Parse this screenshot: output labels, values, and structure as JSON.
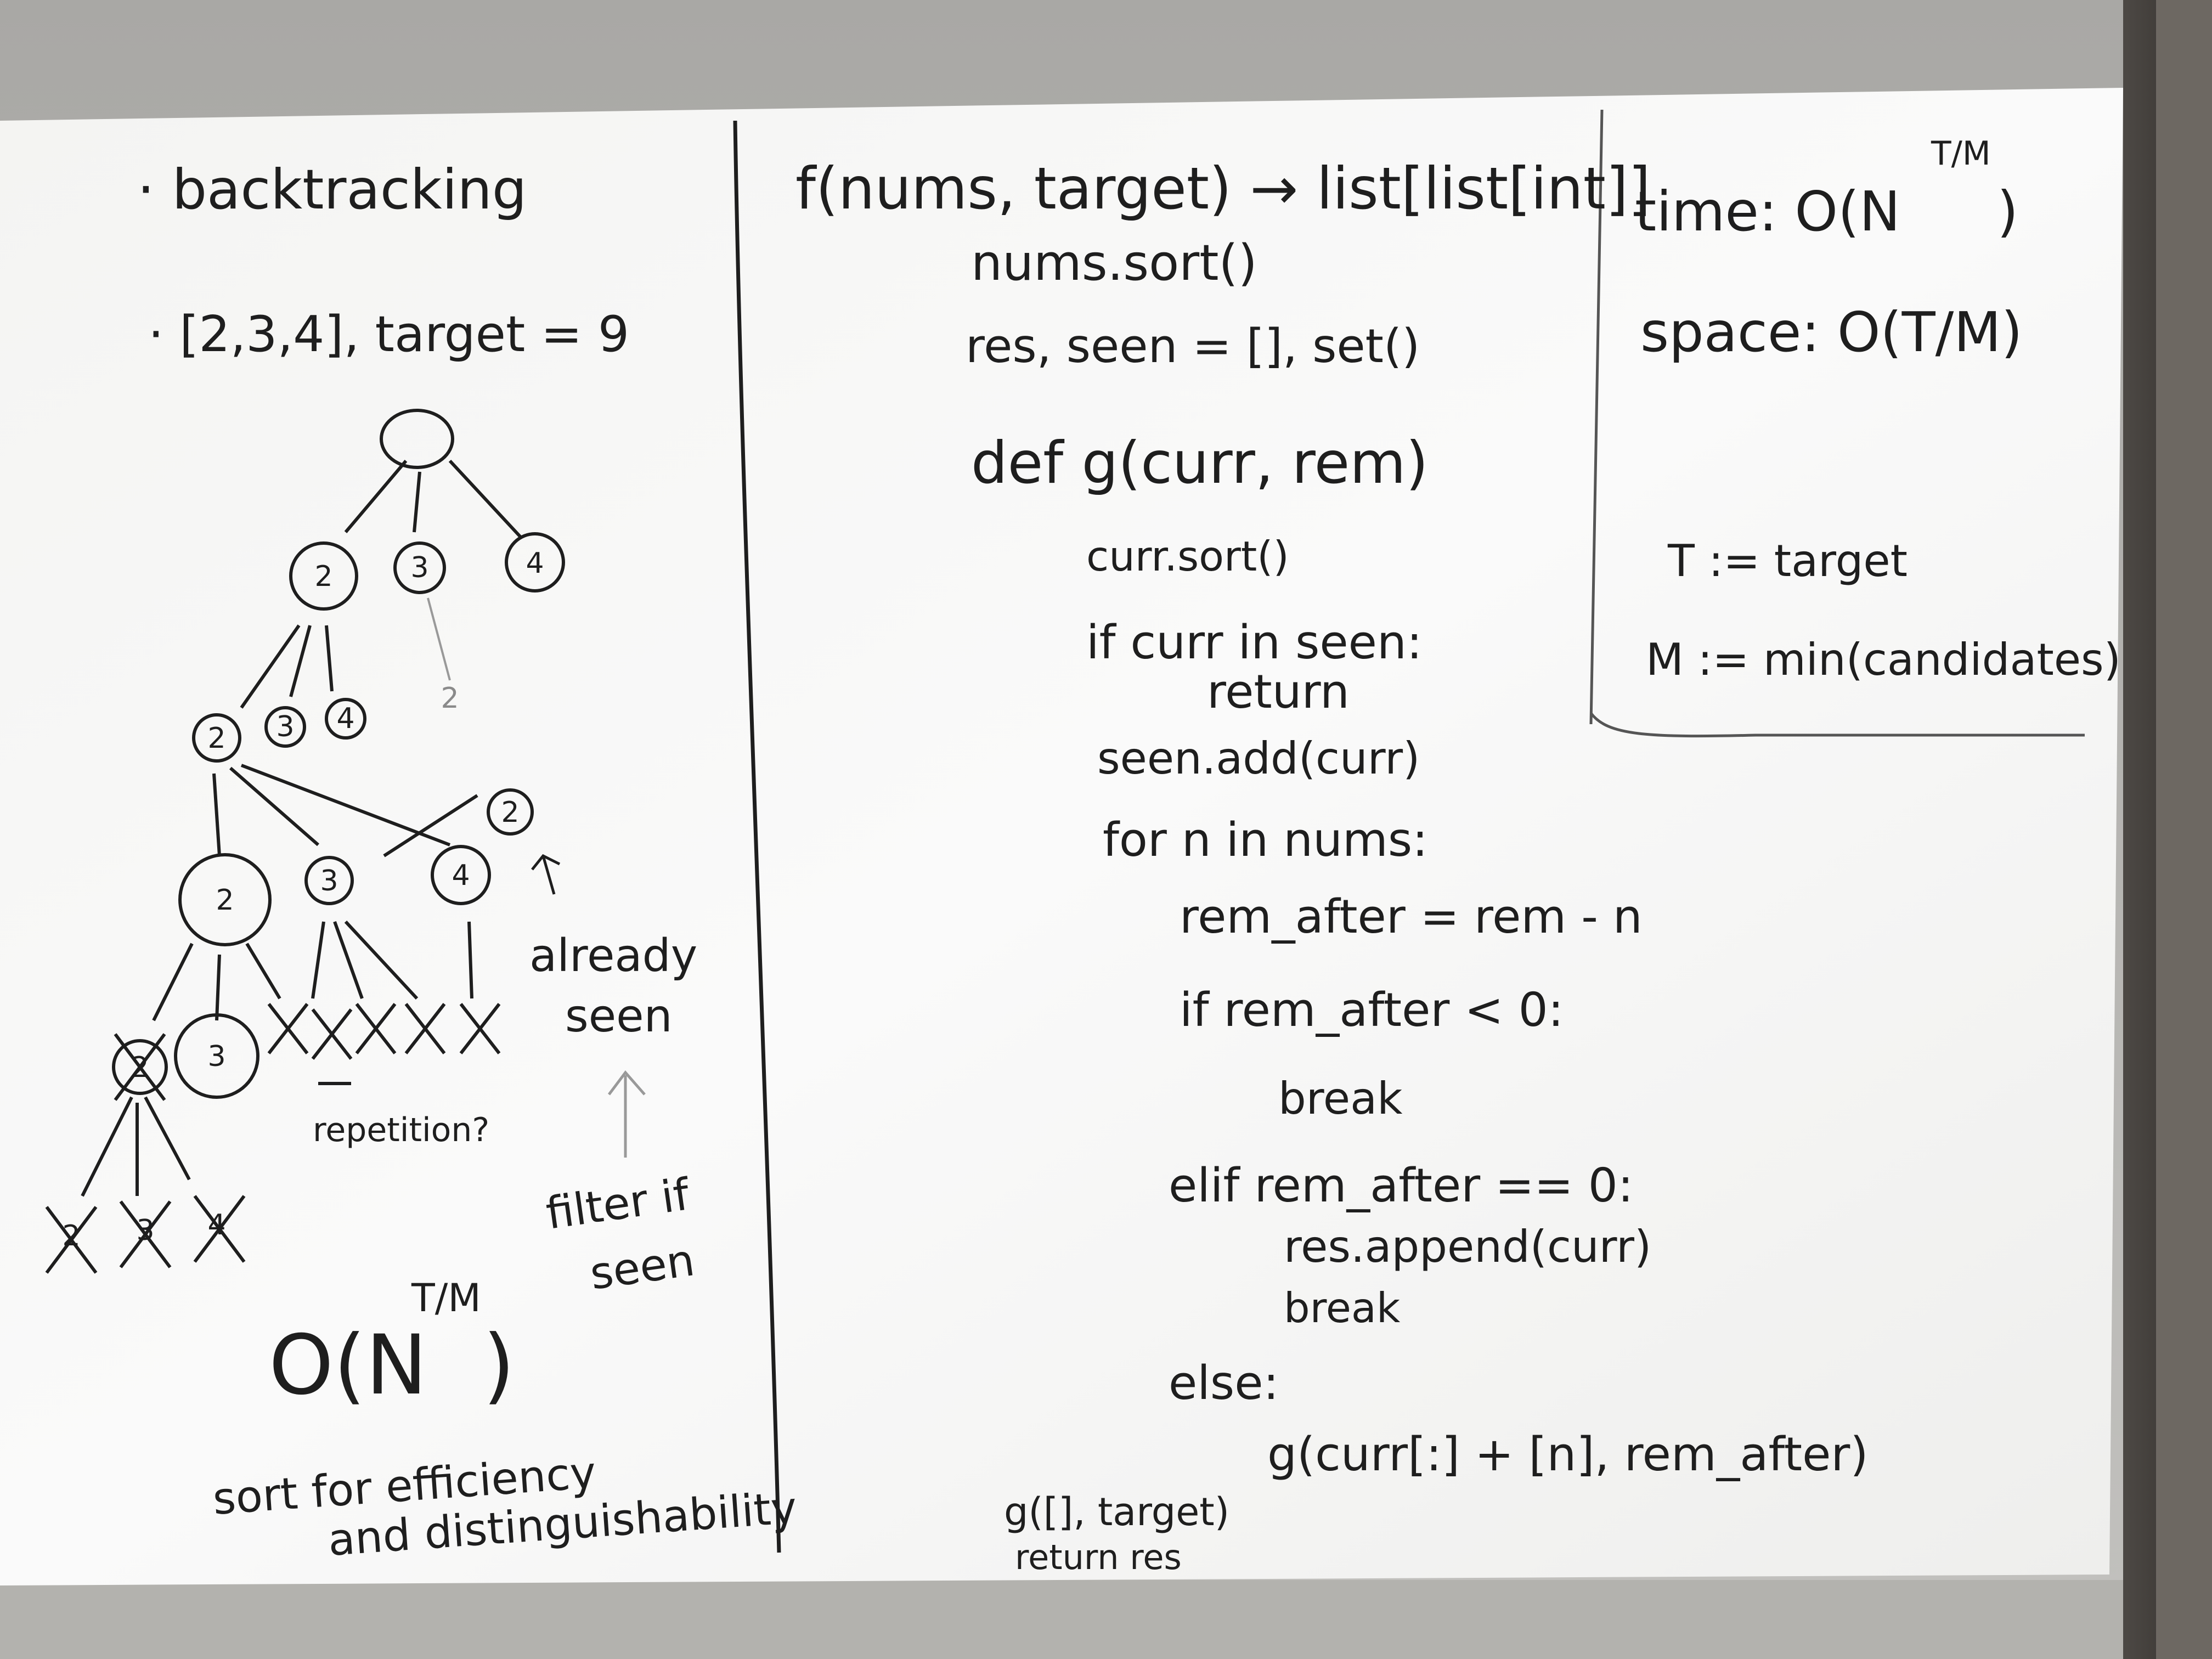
{
  "left_panel": {
    "heading": "· backtracking",
    "example": "· [2,3,4], target = 9",
    "tree": {
      "level1": [
        "2",
        "3",
        "4"
      ],
      "level2": [
        "2",
        "3",
        "4",
        "2"
      ],
      "level3": [
        "2",
        "3",
        "4",
        "2"
      ],
      "level4": [
        "2",
        "3"
      ],
      "level5": [
        "2",
        "3",
        "4"
      ]
    },
    "notes": {
      "already_seen": [
        "already",
        "seen"
      ],
      "filter_if_seen": [
        "filter if",
        "seen"
      ],
      "repetition": "repetition?",
      "complexity": "O(N",
      "complexity_exp": "T/M",
      "complexity_close": ")",
      "sort_note": [
        "sort for efficiency",
        "and distinguishability"
      ]
    }
  },
  "middle_panel": {
    "lines": [
      "f(nums, target) → list[list[int]]",
      "nums.sort()",
      "res, seen = [], set()",
      "def g(curr, rem)",
      "curr.sort()",
      "if curr in seen:",
      "return",
      "seen.add(curr)",
      "for n in nums:",
      "rem_after = rem - n",
      "if rem_after < 0:",
      "break",
      "elif rem_after == 0:",
      "res.append(curr)",
      "break",
      "else:",
      "g(curr[:] + [n], rem_after)",
      "g([], target)",
      "return res"
    ]
  },
  "right_panel": {
    "time_label": "time: O(N",
    "time_exp": "T/M",
    "time_close": ")",
    "space": "space: O(T/M)",
    "defs": [
      "T := target",
      "M := min(candidates)"
    ]
  }
}
